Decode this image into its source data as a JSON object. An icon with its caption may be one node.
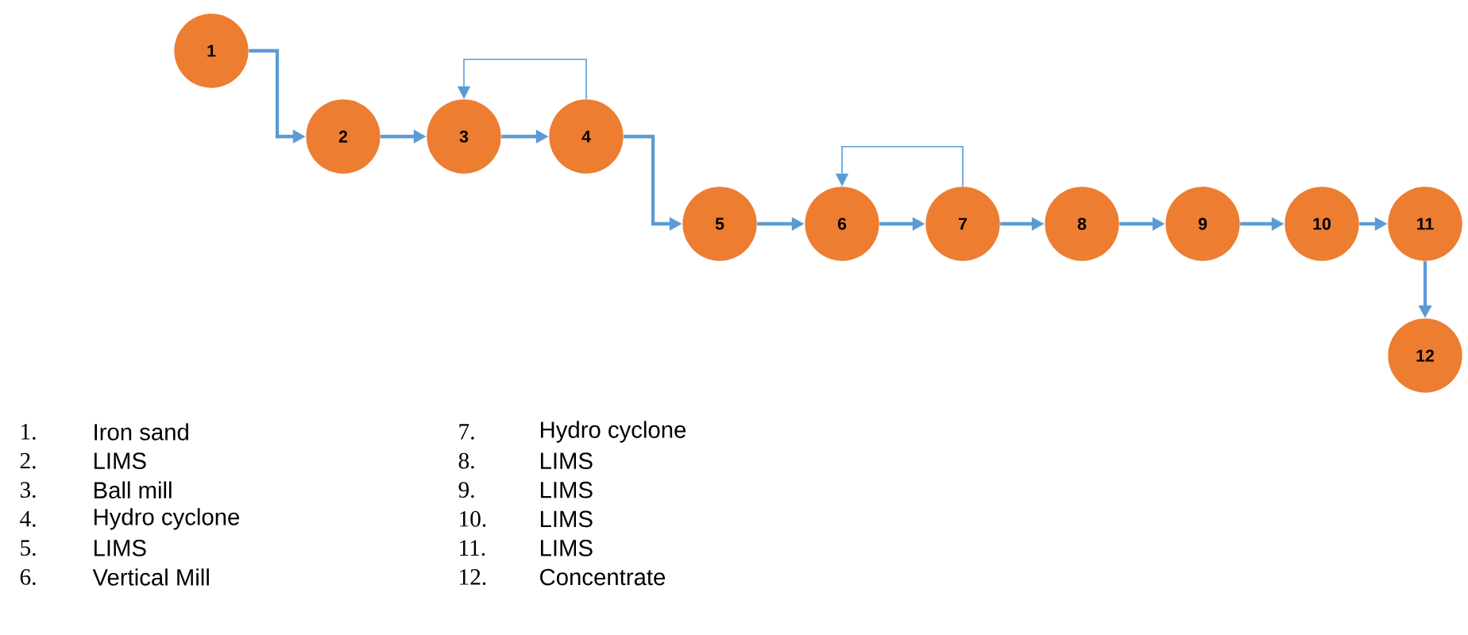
{
  "diagram": {
    "nodes": [
      {
        "text": [
          "1"
        ]
      },
      {
        "text": [
          "2"
        ]
      },
      {
        "text": [
          "3"
        ]
      },
      {
        "text": [
          "4"
        ]
      },
      {
        "text": [
          "5"
        ]
      },
      {
        "text": [
          "6"
        ]
      },
      {
        "text": [
          "7"
        ]
      },
      {
        "text": [
          "8"
        ]
      },
      {
        "text": [
          "9"
        ]
      },
      {
        "text": [
          "10"
        ]
      },
      {
        "text": [
          "11"
        ]
      },
      {
        "text": [
          "12"
        ]
      }
    ],
    "edges": [
      {
        "from": 0,
        "to": 1,
        "arrow": "to"
      },
      {
        "from": 1,
        "to": 2,
        "arrow": "to"
      },
      {
        "from": 2,
        "to": 3,
        "arrow": "to"
      },
      {
        "from": 3,
        "to": 2,
        "arrow": "to"
      },
      {
        "from": 3,
        "to": 4,
        "arrow": "to"
      },
      {
        "from": 4,
        "to": 5,
        "arrow": "to"
      },
      {
        "from": 5,
        "to": 6,
        "arrow": "to"
      },
      {
        "from": 6,
        "to": 5,
        "arrow": "to"
      },
      {
        "from": 6,
        "to": 7,
        "arrow": "to"
      },
      {
        "from": 7,
        "to": 8,
        "arrow": "to"
      },
      {
        "from": 8,
        "to": 9,
        "arrow": "to"
      },
      {
        "from": 9,
        "to": 10,
        "arrow": "to"
      },
      {
        "from": 10,
        "to": 11,
        "arrow": "to"
      }
    ],
    "labels": [
      "1.",
      "Iron sand",
      "2.",
      "LIMS",
      "3.",
      "Ball mill",
      "4.",
      "Hydro cyclone",
      "5.",
      "LIMS",
      "6.",
      "Vertical Mill",
      "7.",
      "Hydro cyclone",
      "8.",
      "LIMS",
      "9.",
      "LIMS",
      "10.",
      "LIMS",
      "11.",
      "LIMS",
      "12.",
      "Concentrate"
    ]
  }
}
